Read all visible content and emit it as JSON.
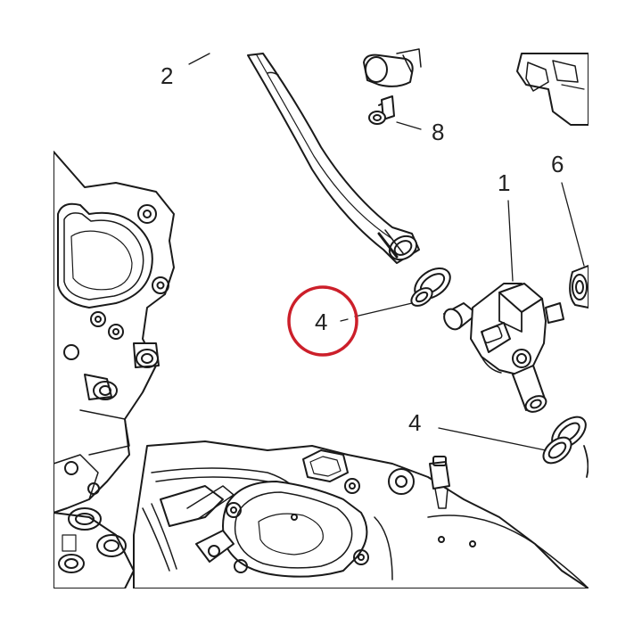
{
  "diagram": {
    "callouts": [
      {
        "id": "c2",
        "text": "2"
      },
      {
        "id": "c8",
        "text": "8"
      },
      {
        "id": "c1",
        "text": "1"
      },
      {
        "id": "c6",
        "text": "6"
      },
      {
        "id": "c4a",
        "text": "4"
      },
      {
        "id": "c4b",
        "text": "4"
      }
    ],
    "highlight": {
      "target": "4",
      "color": "#cc1f2a"
    },
    "line_color": "#1a1a1a"
  }
}
